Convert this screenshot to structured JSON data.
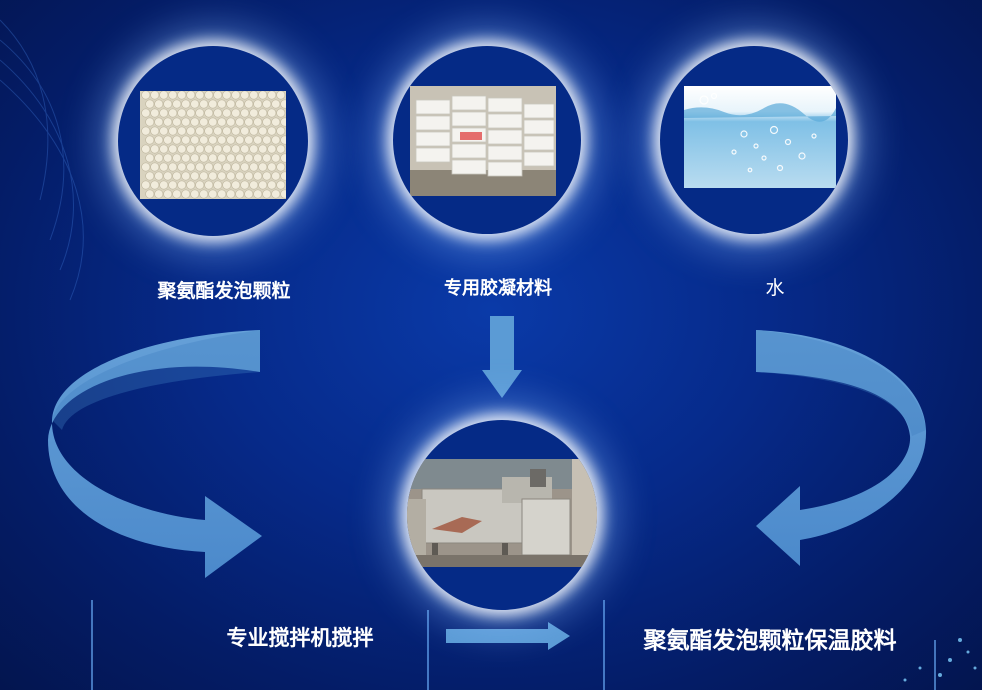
{
  "inputs": [
    {
      "label": "聚氨酯发泡颗粒",
      "image": "foam-beads-photo"
    },
    {
      "label": "专用胶凝材料",
      "image": "cement-bags-photo"
    },
    {
      "label": "水",
      "image": "water-photo"
    }
  ],
  "process": {
    "label": "专业搅拌机搅拌",
    "image": "mixer-machine-photo"
  },
  "output": {
    "label": "聚氨酯发泡颗粒保温胶料"
  },
  "colors": {
    "background": "#062a8a",
    "arrow": "#5b9bd5",
    "text": "#ffffff"
  }
}
